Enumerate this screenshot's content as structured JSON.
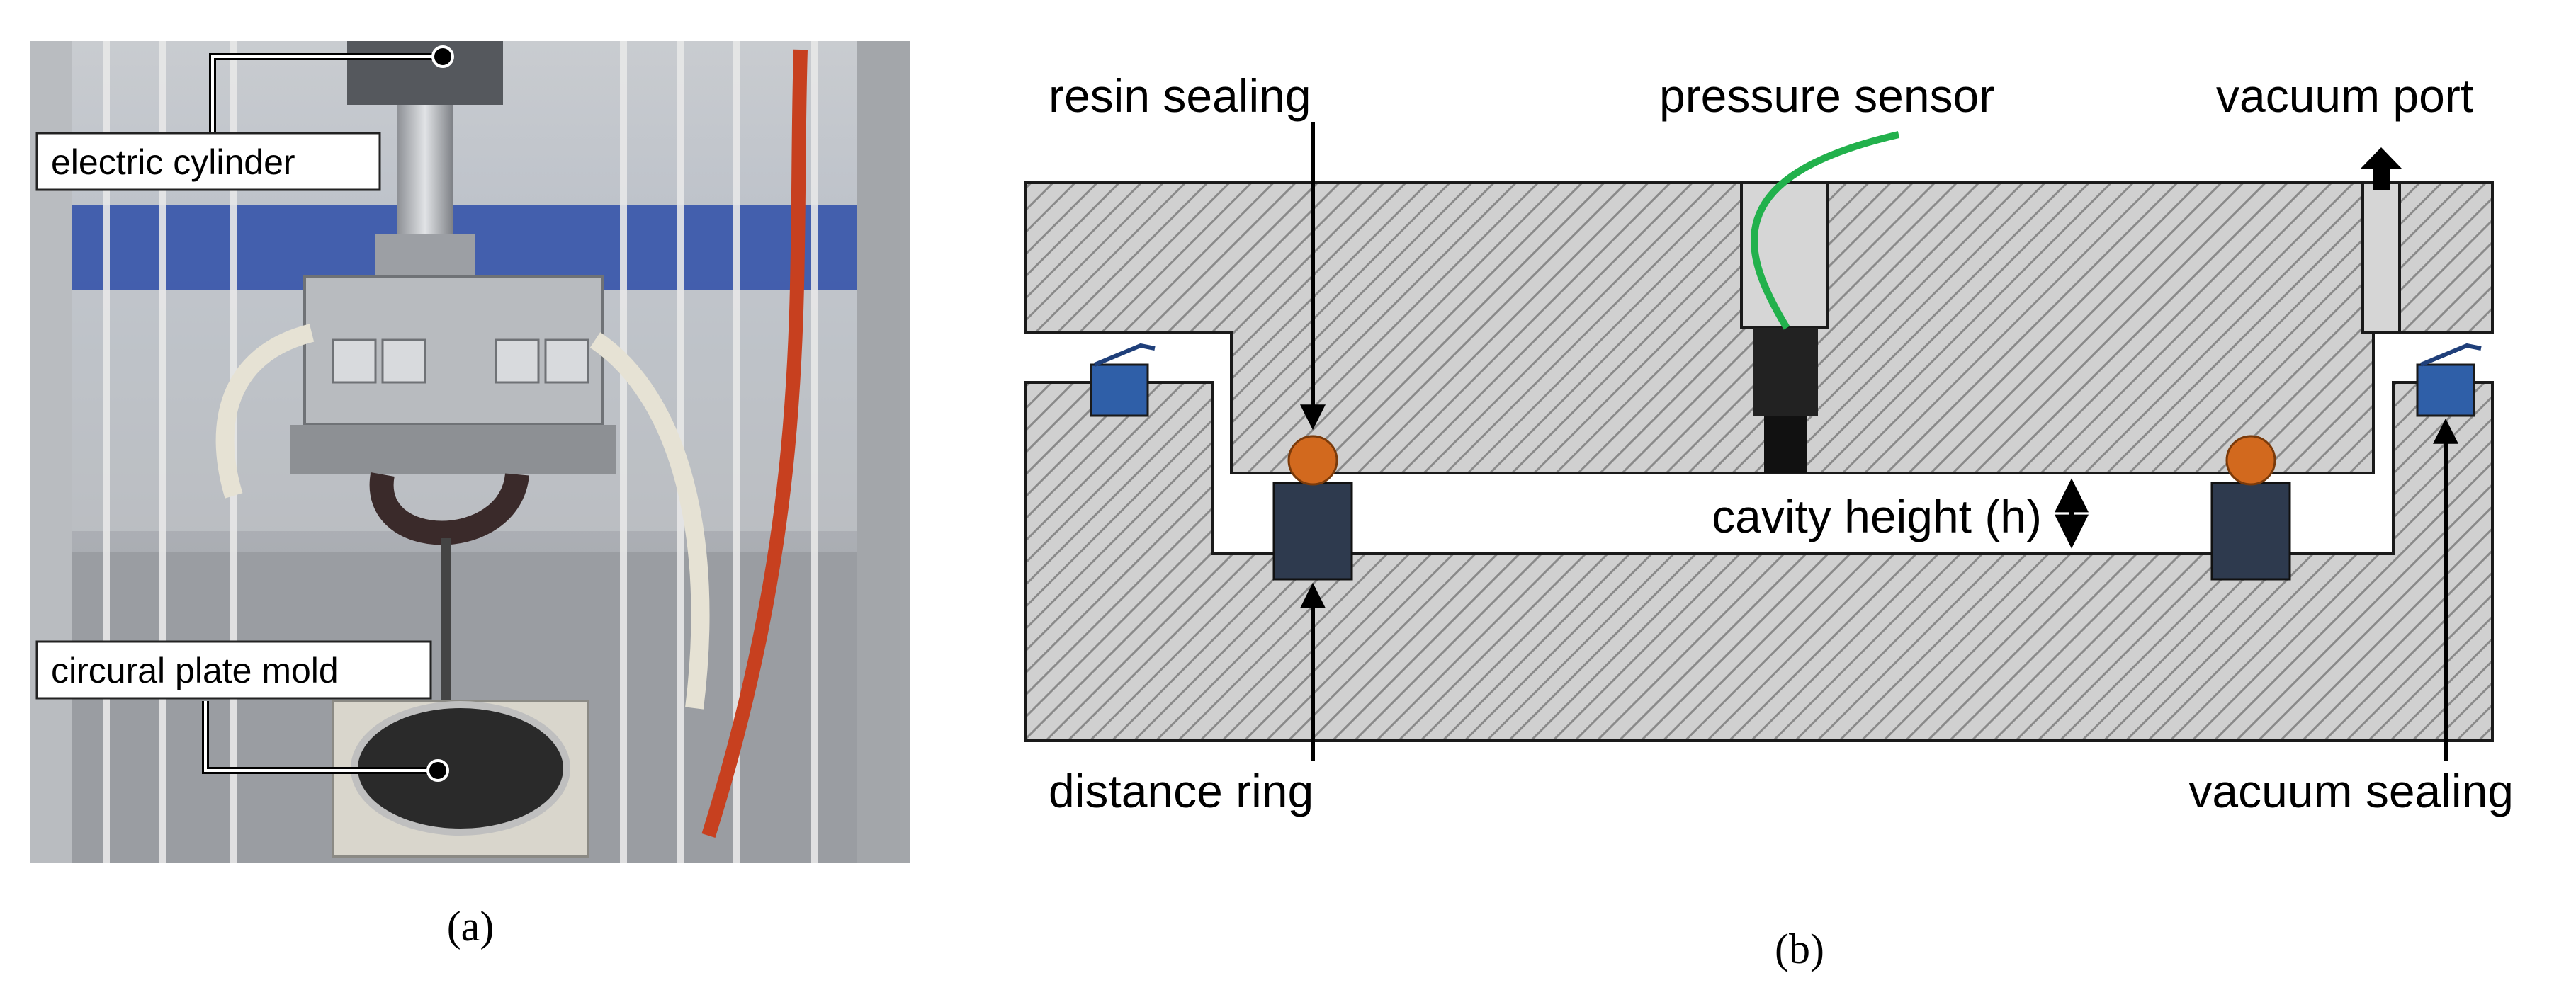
{
  "panel_a": {
    "caption": "(a)",
    "callouts": {
      "electric_cylinder": "electric cylinder",
      "plate_mold": "circural plate mold"
    }
  },
  "panel_b": {
    "caption": "(b)",
    "labels": {
      "resin_sealing": "resin sealing",
      "pressure_sensor": "pressure sensor",
      "vacuum_port": "vacuum port",
      "cavity_height": "cavity height (h)",
      "distance_ring": "distance ring",
      "vacuum_sealing": "vacuum sealing"
    }
  },
  "colors": {
    "hatch_fill": "#d0d0d0",
    "hatch_line": "#888888",
    "resin_seal": "#d2691e",
    "distance_ring": "#2e3a4e",
    "vacuum_seal": "#2f5fa8",
    "sensor_body": "#222222",
    "sensor_cable": "#22b14c"
  }
}
